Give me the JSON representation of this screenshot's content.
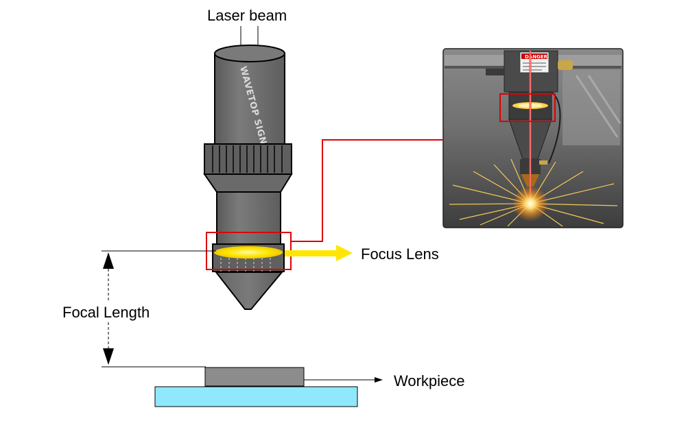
{
  "labels": {
    "laser_beam": "Laser beam",
    "focus_lens": "Focus Lens",
    "focal_length": "Focal Length",
    "workpiece": "Workpiece"
  },
  "head": {
    "brand_text": "WAVETOP SIGN"
  },
  "photo": {
    "warning_label": "DANGER"
  },
  "colors": {
    "head_body": "#6e6e6e",
    "lens": "#ffe600",
    "arrow": "#ffe600",
    "highlight_box": "#dd0000",
    "workpiece": "#8c8c8c",
    "bed": "#8fe8fb"
  }
}
